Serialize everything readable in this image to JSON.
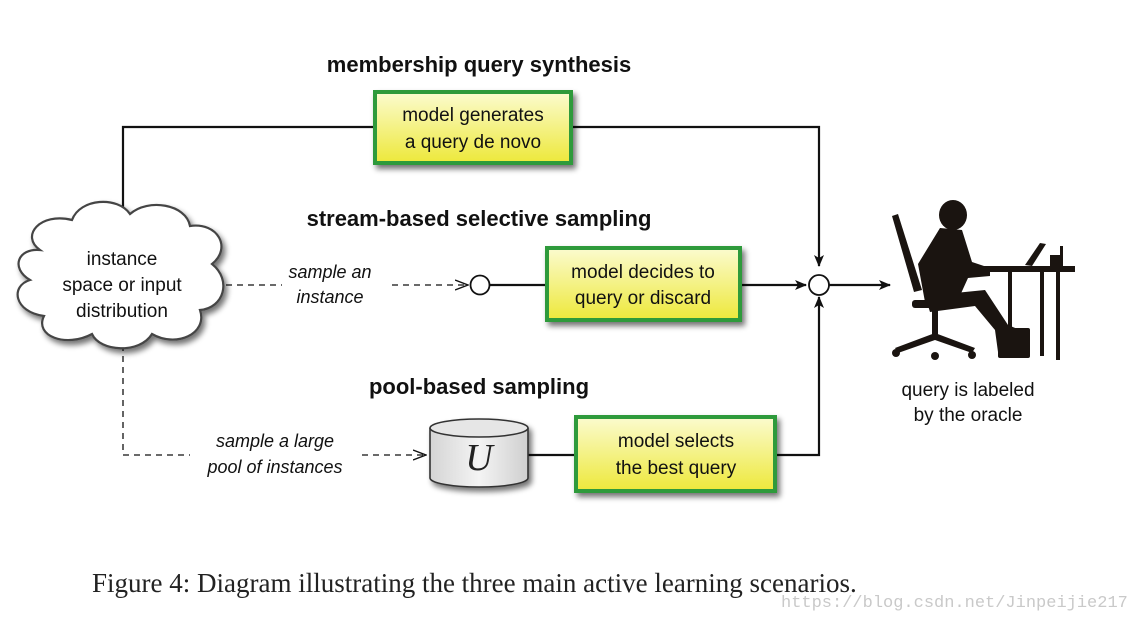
{
  "scenarios": {
    "membership": {
      "title": "membership query synthesis",
      "box_line1": "model generates",
      "box_line2": "a query de novo"
    },
    "stream": {
      "title": "stream-based selective sampling",
      "edge_line1": "sample an",
      "edge_line2": "instance",
      "box_line1": "model decides to",
      "box_line2": "query or discard"
    },
    "pool": {
      "title": "pool-based sampling",
      "edge_line1": "sample a large",
      "edge_line2": "pool of instances",
      "pool_symbol": "U",
      "box_line1": "model selects",
      "box_line2": "the best query"
    }
  },
  "source": {
    "line1": "instance",
    "line2": "space or input",
    "line3": "distribution"
  },
  "oracle": {
    "icon": "person-at-desk-icon",
    "line1": "query is labeled",
    "line2": "by the oracle"
  },
  "colors": {
    "box_border": "#2e9a3a",
    "box_fill_top": "#fbfbc8",
    "box_fill_bottom": "#eeea3a",
    "line": "#111111"
  },
  "caption": "Figure 4: Diagram illustrating the three main active learning scenarios.",
  "watermark": "https://blog.csdn.net/Jinpeijie217"
}
